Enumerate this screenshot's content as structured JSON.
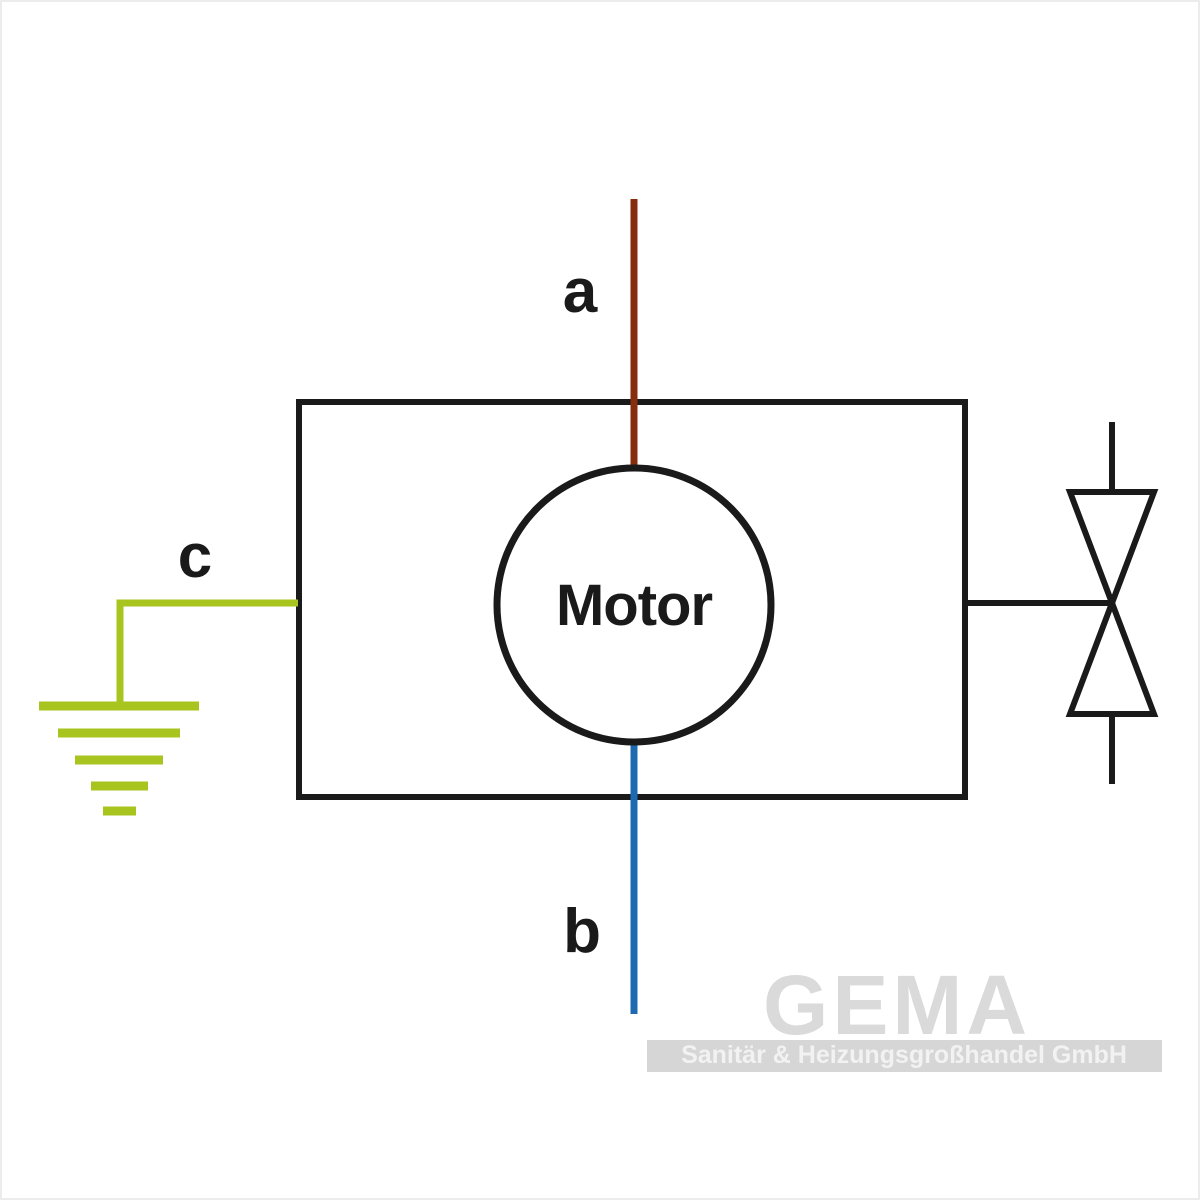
{
  "diagram": {
    "description": "Motor wiring diagram with grounded connection and valve",
    "motor_label": "Motor",
    "wire_labels": {
      "a": "a",
      "b": "b",
      "c": "c"
    }
  },
  "colors": {
    "line": "#1a1a1a",
    "wire_a": "#862e0e",
    "wire_b": "#1e6ab0",
    "wire_c": "#a8c41e",
    "ground": "#a8c41e",
    "watermark_text": "#dadada",
    "watermark_bar": "#d6d6d6"
  },
  "watermark": {
    "brand": "GEMA",
    "subtitle": "Sanitär & Heizungsgroßhandel GmbH"
  }
}
